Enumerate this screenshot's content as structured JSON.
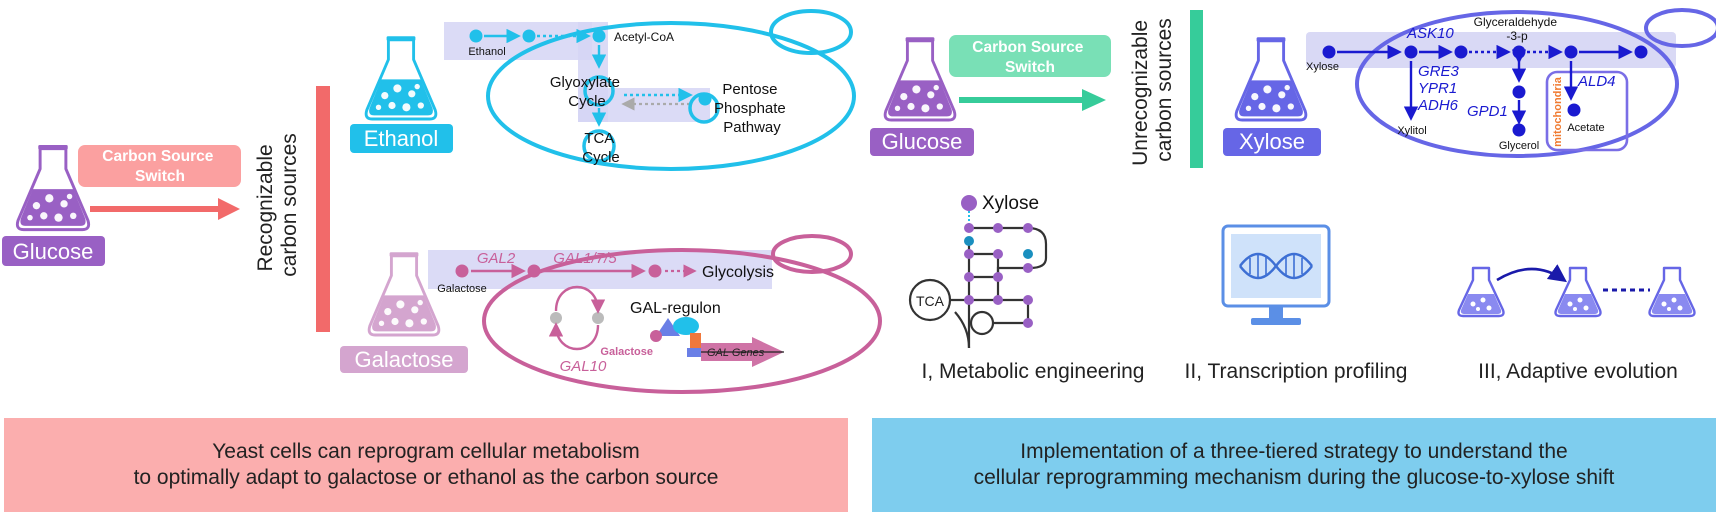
{
  "left_panel": {
    "glucose": "Glucose",
    "switch_label": "Carbon Source\nSwitch",
    "recognizable_label": "Recognizable\ncarbon sources",
    "ethanol_flask": "Ethanol",
    "galactose_flask": "Galactose",
    "ethanol_path": {
      "ethanol": "Ethanol",
      "acetyl_coa": "Acetyl-CoA",
      "glyoxylate_cycle": "Glyoxylate\nCycle",
      "ppp": "Pentose\nPhosphate\nPathway",
      "tca_cycle": "TCA\nCycle"
    },
    "galactose_path": {
      "galactose": "Galactose",
      "gal2": "GAL2",
      "gal1_7_5": "GAL1/7/5",
      "glycolysis": "Glycolysis",
      "gal10": "GAL10",
      "gal_regulon": "GAL-regulon",
      "galactose_small": "Galactose",
      "gal_genes": "GAL Genes"
    },
    "banner_text": "Yeast cells can reprogram cellular metabolism\nto optimally adapt to galactose or ethanol as the carbon source"
  },
  "right_panel": {
    "glucose": "Glucose",
    "switch_label": "Carbon Source\nSwitch",
    "unrecognizable_label": "Unrecognizable\ncarbon sources",
    "xylose_flask": "Xylose",
    "xylose_path": {
      "xylose": "Xylose",
      "ask10": "ASK10",
      "glyceraldehyde": "Glyceraldehyde\n-3-p",
      "gre3": "GRE3",
      "ypr1": "YPR1",
      "adh6": "ADH6",
      "gpd1": "GPD1",
      "ald4": "ALD4",
      "mitochondria": "mitochondria",
      "xylitol": "Xylitol",
      "glycerol": "Glycerol",
      "acetate": "Acetate"
    },
    "strategies": {
      "xylose_network_label": "Xylose",
      "tca_node": "TCA",
      "s1": "I, Metabolic engineering",
      "s2": "II, Transcription profiling",
      "s3": "III, Adaptive evolution"
    },
    "banner_text": "Implementation of a three-tiered strategy to understand the\ncellular reprogramming mechanism during the glucose-to-xylose shift"
  },
  "colors": {
    "purple": "#9960c4",
    "salmon": "#f26a6a",
    "cyan": "#21c0ea",
    "magenta": "#c8609a",
    "lavender": "#d5d5f4",
    "blue_dark": "#1a1ad0",
    "blue_mid": "#6666e6",
    "teal": "#36cc9a",
    "banner_left": "#fbaeae",
    "banner_right": "#7ecdee"
  }
}
